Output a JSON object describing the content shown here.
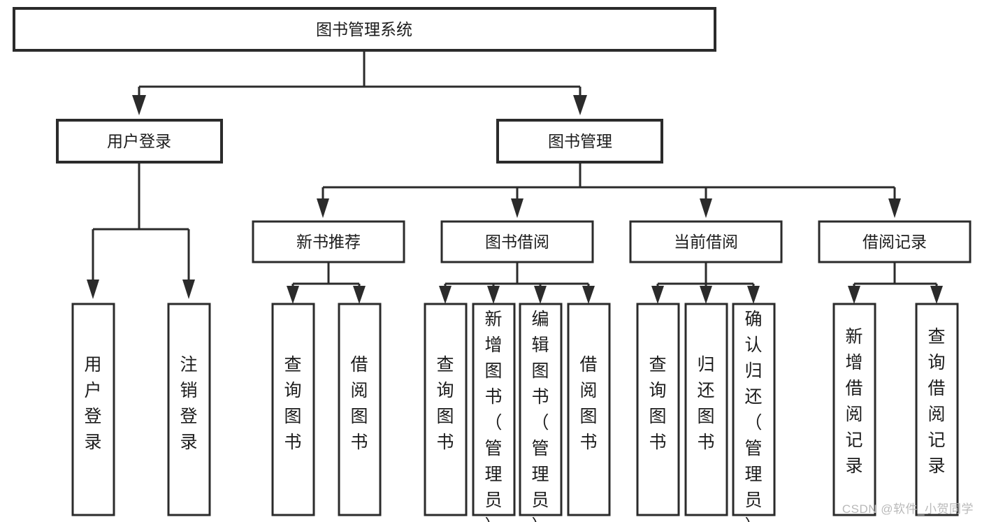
{
  "diagram": {
    "type": "tree-hierarchy",
    "title": "图书管理系统",
    "watermark": "CSDN @软件_小贺同学",
    "colors": {
      "stroke": "#2b2b2b",
      "fill": "#ffffff",
      "text": "#1c1c1c",
      "watermark": "#b9b9b9"
    },
    "levels": {
      "root": "图书管理系统",
      "level2": [
        "用户登录",
        "图书管理"
      ],
      "level3": [
        "新书推荐",
        "图书借阅",
        "当前借阅",
        "借阅记录"
      ]
    },
    "nodes": {
      "root": {
        "label": "图书管理系统"
      },
      "user_login": {
        "label": "用户登录"
      },
      "book_manage": {
        "label": "图书管理"
      },
      "new_book_rec": {
        "label": "新书推荐"
      },
      "book_borrow": {
        "label": "图书借阅"
      },
      "current_borrow": {
        "label": "当前借阅"
      },
      "borrow_record": {
        "label": "借阅记录"
      },
      "leaf_user_login": {
        "label": "用户登录"
      },
      "leaf_logout": {
        "label": "注销登录"
      },
      "leaf_query_book_1": {
        "label": "查询图书"
      },
      "leaf_borrow_book_1": {
        "label": "借阅图书"
      },
      "leaf_query_book_2": {
        "label": "查询图书"
      },
      "leaf_add_book": {
        "label": "新增图书（管理员）"
      },
      "leaf_edit_book": {
        "label": "编辑图书（管理员）"
      },
      "leaf_borrow_book_2": {
        "label": "借阅图书"
      },
      "leaf_query_book_3": {
        "label": "查询图书"
      },
      "leaf_return_book": {
        "label": "归还图书"
      },
      "leaf_confirm_return": {
        "label": "确认归还（管理员）"
      },
      "leaf_add_record": {
        "label": "新增借阅记录"
      },
      "leaf_query_record": {
        "label": "查询借阅记录"
      }
    },
    "edges": [
      {
        "from": "root",
        "to": "user_login"
      },
      {
        "from": "root",
        "to": "book_manage"
      },
      {
        "from": "user_login",
        "to": "leaf_user_login"
      },
      {
        "from": "user_login",
        "to": "leaf_logout"
      },
      {
        "from": "book_manage",
        "to": "new_book_rec"
      },
      {
        "from": "book_manage",
        "to": "book_borrow"
      },
      {
        "from": "book_manage",
        "to": "current_borrow"
      },
      {
        "from": "book_manage",
        "to": "borrow_record"
      },
      {
        "from": "new_book_rec",
        "to": "leaf_query_book_1"
      },
      {
        "from": "new_book_rec",
        "to": "leaf_borrow_book_1"
      },
      {
        "from": "book_borrow",
        "to": "leaf_query_book_2"
      },
      {
        "from": "book_borrow",
        "to": "leaf_add_book"
      },
      {
        "from": "book_borrow",
        "to": "leaf_edit_book"
      },
      {
        "from": "book_borrow",
        "to": "leaf_borrow_book_2"
      },
      {
        "from": "current_borrow",
        "to": "leaf_query_book_3"
      },
      {
        "from": "current_borrow",
        "to": "leaf_return_book"
      },
      {
        "from": "current_borrow",
        "to": "leaf_confirm_return"
      },
      {
        "from": "borrow_record",
        "to": "leaf_add_record"
      },
      {
        "from": "borrow_record",
        "to": "leaf_query_record"
      }
    ]
  }
}
